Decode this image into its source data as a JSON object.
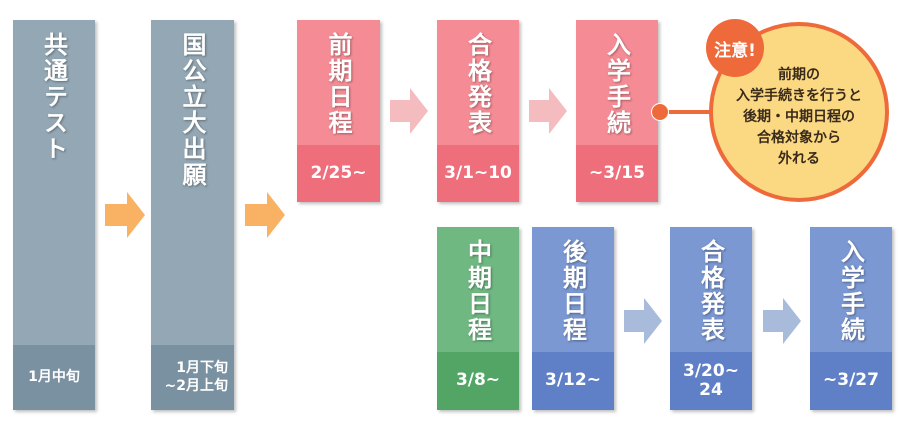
{
  "colors": {
    "grey": "#93a7b4",
    "pink": "#f58c95",
    "green": "#6fb882",
    "blue": "#7b98d3",
    "orange_arrow": "#f9b263",
    "accent": "#ef6a3a",
    "callout_fill": "#fbd982"
  },
  "steps": {
    "common_test": {
      "title": "共通テスト",
      "date": "1月中旬"
    },
    "apply": {
      "title": "国公立大出願",
      "date": "1月下旬\n~2月上旬"
    },
    "zenki": {
      "title": "前期日程",
      "date": "2/25~"
    },
    "zenki_result": {
      "title": "合格発表",
      "date": "3/1~10"
    },
    "zenki_enroll": {
      "title": "入学手続",
      "date": "~3/15"
    },
    "chuki": {
      "title": "中期日程",
      "date": "3/8~"
    },
    "koki": {
      "title": "後期日程",
      "date": "3/12~"
    },
    "koki_result": {
      "title": "合格発表",
      "date": "3/20~\n24"
    },
    "koki_enroll": {
      "title": "入学手続",
      "date": "~3/27"
    }
  },
  "callout": {
    "badge": "注意!",
    "text": "前期の\n入学手続きを行うと\n後期・中期日程の\n合格対象から\n外れる"
  }
}
